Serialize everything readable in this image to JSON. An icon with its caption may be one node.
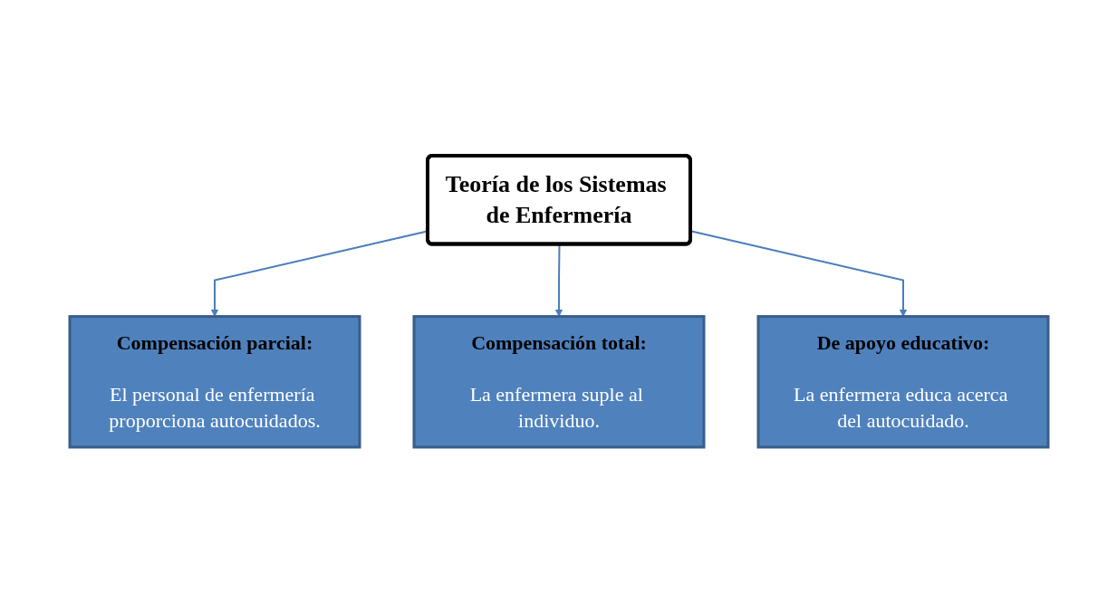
{
  "diagram": {
    "nodes": [
      {
        "text": [
          "Teoría de los Sistemas de Enfermería"
        ]
      },
      {
        "text": [
          "Compensación parcial:",
          "El personal de enfermería proporciona autocuidados."
        ]
      },
      {
        "text": [
          "Compensación total:",
          "La enfermera suple al individuo."
        ]
      },
      {
        "text": [
          "De apoyo educativo:",
          "La enfermera educa acerca del autocuidado."
        ]
      }
    ],
    "edges": [
      {
        "from": 0,
        "to": 1,
        "arrow": "to"
      },
      {
        "from": 0,
        "to": 2,
        "arrow": "to"
      },
      {
        "from": 0,
        "to": 3,
        "arrow": "to"
      }
    ]
  }
}
